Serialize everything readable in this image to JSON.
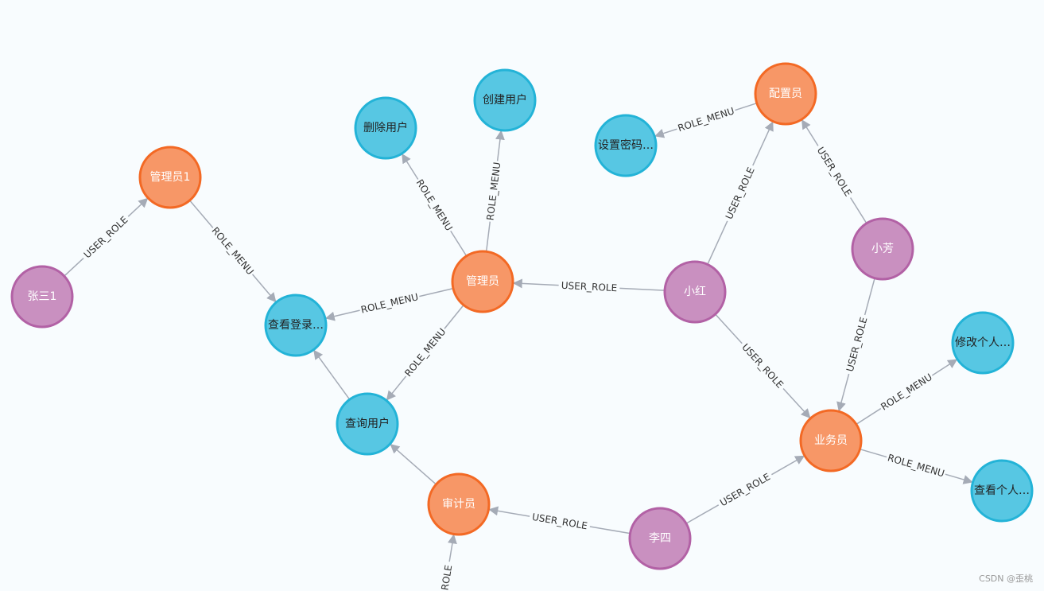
{
  "colors": {
    "user_fill": "#c990c0",
    "user_stroke": "#b261a5",
    "role_fill": "#f79767",
    "role_stroke": "#f36924",
    "menu_fill": "#57c7e3",
    "menu_stroke": "#23b3d7",
    "edge": "#a5abb6"
  },
  "graph": {
    "nodes": [
      {
        "id": "zhangsan1",
        "label": "张三1",
        "type": "user"
      },
      {
        "id": "admin1",
        "label": "管理员1",
        "type": "role"
      },
      {
        "id": "view_login",
        "label": "查看登录…",
        "type": "menu"
      },
      {
        "id": "delete_user",
        "label": "删除用户",
        "type": "menu"
      },
      {
        "id": "create_user",
        "label": "创建用户",
        "type": "menu"
      },
      {
        "id": "admin",
        "label": "管理员",
        "type": "role"
      },
      {
        "id": "query_user",
        "label": "查询用户",
        "type": "menu"
      },
      {
        "id": "auditor",
        "label": "审计员",
        "type": "role"
      },
      {
        "id": "set_pwd",
        "label": "设置密码…",
        "type": "menu"
      },
      {
        "id": "configurator",
        "label": "配置员",
        "type": "role"
      },
      {
        "id": "xiaohong",
        "label": "小红",
        "type": "user"
      },
      {
        "id": "xiaofang",
        "label": "小芳",
        "type": "user"
      },
      {
        "id": "business",
        "label": "业务员",
        "type": "role"
      },
      {
        "id": "modify_person",
        "label": "修改个人…",
        "type": "menu"
      },
      {
        "id": "view_person",
        "label": "查看个人…",
        "type": "menu"
      },
      {
        "id": "lisi",
        "label": "李四",
        "type": "user"
      }
    ],
    "edges": [
      {
        "from": "zhangsan1",
        "to": "admin1",
        "label": "USER_ROLE"
      },
      {
        "from": "admin1",
        "to": "view_login",
        "label": "ROLE_MENU"
      },
      {
        "from": "admin",
        "to": "delete_user",
        "label": "ROLE_MENU"
      },
      {
        "from": "admin",
        "to": "create_user",
        "label": "ROLE_MENU"
      },
      {
        "from": "admin",
        "to": "view_login",
        "label": "ROLE_MENU"
      },
      {
        "from": "admin",
        "to": "query_user",
        "label": "ROLE_MENU"
      },
      {
        "from": "xiaohong",
        "to": "admin",
        "label": "USER_ROLE"
      },
      {
        "from": "xiaohong",
        "to": "configurator",
        "label": "USER_ROLE"
      },
      {
        "from": "xiaohong",
        "to": "business",
        "label": "USER_ROLE"
      },
      {
        "from": "configurator",
        "to": "set_pwd",
        "label": "ROLE_MENU"
      },
      {
        "from": "xiaofang",
        "to": "configurator",
        "label": "USER_ROLE"
      },
      {
        "from": "xiaofang",
        "to": "business",
        "label": "USER_ROLE"
      },
      {
        "from": "business",
        "to": "modify_person",
        "label": "ROLE_MENU"
      },
      {
        "from": "business",
        "to": "view_person",
        "label": "ROLE_MENU"
      },
      {
        "from": "lisi",
        "to": "business",
        "label": "USER_ROLE"
      },
      {
        "from": "lisi",
        "to": "auditor",
        "label": "USER_ROLE"
      },
      {
        "from": "query_user",
        "to": "view_login",
        "label": ""
      },
      {
        "from": "auditor",
        "to": "query_user",
        "label": ""
      },
      {
        "from": "offscreen",
        "to": "auditor",
        "label": "ROLE"
      }
    ]
  },
  "watermark": "CSDN @歪桃"
}
